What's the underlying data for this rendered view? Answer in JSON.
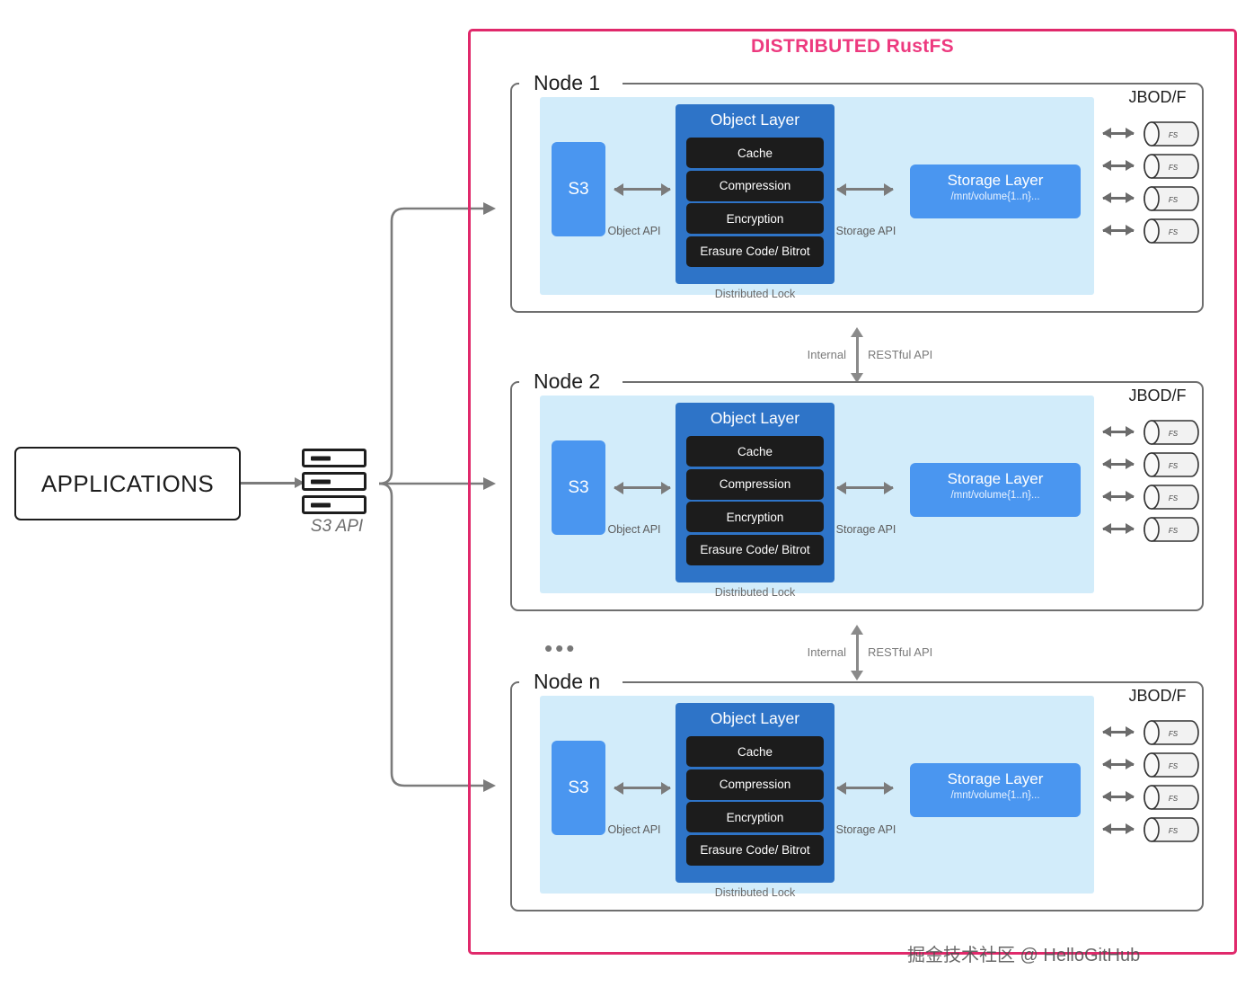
{
  "diagram": {
    "title": "DISTRIBUTED RustFS",
    "accent_color": "#E0296B",
    "title_color": "#ED3A7F",
    "watermark": "掘金技术社区 @ HelloGitHub"
  },
  "client": {
    "applications_label": "APPLICATIONS",
    "s3_api_label": "S3 API",
    "s3_api_icon": "server-rack-icon"
  },
  "node_template": {
    "s3_label": "S3",
    "object_api_label": "Object API",
    "object_layer_title": "Object Layer",
    "object_layer_items": [
      "Cache",
      "Compression",
      "Encryption",
      "Erasure Code/ Bitrot"
    ],
    "distributed_lock_label": "Distributed Lock",
    "storage_api_label": "Storage API",
    "storage_layer_title": "Storage Layer",
    "storage_layer_path": "/mnt/volume{1..n}...",
    "jbod_title": "JBOD/F",
    "disk_label": "FS",
    "disk_count": 4
  },
  "nodes": [
    {
      "name": "Node 1"
    },
    {
      "name": "Node 2"
    },
    {
      "name": "Node n"
    }
  ],
  "links": [
    {
      "left_label": "Internal",
      "right_label": "RESTful API"
    },
    {
      "left_label": "Internal",
      "right_label": "RESTful API"
    }
  ],
  "ellipsis": "•••",
  "colors": {
    "panel_bg": "#D2ECFA",
    "object_layer": "#2E74C8",
    "s3_box": "#4A96F0",
    "storage_layer": "#4A96F0",
    "sub_item": "#1C1C1C",
    "connector": "#7b7b7b"
  }
}
